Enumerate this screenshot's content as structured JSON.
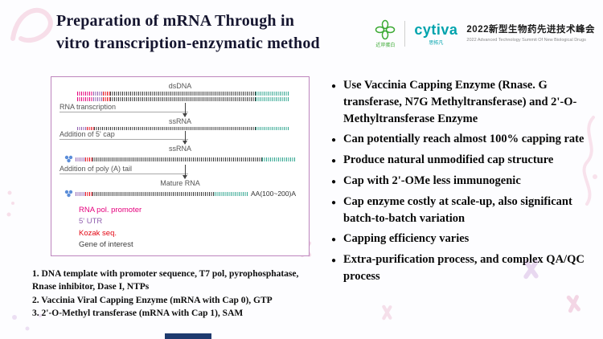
{
  "title": "Preparation of mRNA Through in\nvitro transcription-enzymatic method",
  "header": {
    "logo1": {
      "name": "近岸蛋白"
    },
    "cytiva": {
      "name": "cytiva",
      "sub": "思拓凡"
    },
    "summit": {
      "title_cn": "2022新型生物药先进技术峰会",
      "title_en": "2022 Advanced Technology Summit Of New Biological Drugs"
    }
  },
  "diagram": {
    "steps": {
      "dsdna": "dsDNA",
      "rna_transcription": "RNA transcription",
      "ssrna_1": "ssRNA",
      "addition_cap": "Addition of 5' cap",
      "ssrna_2": "ssRNA",
      "addition_polya": "Addition of poly (A) tail",
      "mature_rna": "Mature RNA",
      "polya_tail": "AA(100~200)A"
    },
    "legend": [
      {
        "label": "RNA pol. promoter",
        "color": "#e5007d"
      },
      {
        "label": "5' UTR",
        "color": "#8f5fae"
      },
      {
        "label": "Kozak seq.",
        "color": "#e30613"
      },
      {
        "label": "Gene of interest",
        "color": "#3a3a3a"
      }
    ]
  },
  "notes": [
    "1. DNA template with promoter sequence, T7 pol, pyrophosphatase, Rnase inhibitor, Dase I, NTPs",
    "2. Vaccinia Viral Capping Enzyme (mRNA with Cap 0), GTP",
    "3. 2'-O-Methyl transferase (mRNA with Cap 1), SAM"
  ],
  "bullets": [
    "Use Vaccinia Capping Enzyme (Rnase. G transferase, N7G Methyltransferase) and 2'-O-Methyltransferase Enzyme",
    "Can potentially reach almost 100% capping rate",
    "Produce natural unmodified cap structure",
    "Cap with 2'-OMe less immunogenic",
    "Cap enzyme costly at scale-up, also significant batch-to-batch variation",
    "Capping efficiency varies",
    "Extra-purification process, and complex QA/QC process"
  ],
  "colors": {
    "title_navy": "#15152f",
    "cytiva_teal": "#00a3ad",
    "logo_green": "#3daa35",
    "diagram_border": "#bd85bd",
    "accent_bar_navy": "#1e3a6e",
    "cap_blue": "#5b8dd9"
  }
}
